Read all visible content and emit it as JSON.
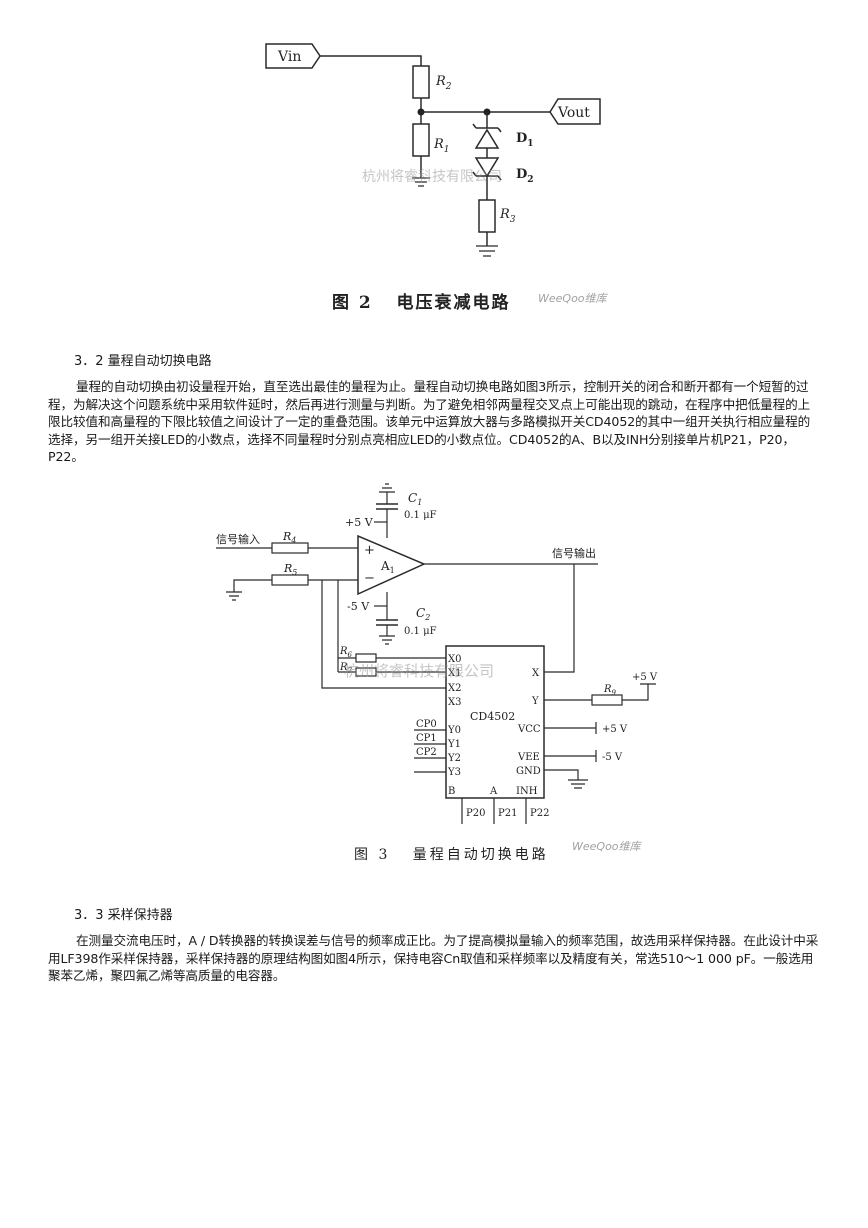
{
  "figure2": {
    "labels": {
      "vin": "Vin",
      "vout": "Vout",
      "r2": "R",
      "r2_sub": "2",
      "r1": "R",
      "r1_sub": "1",
      "r3": "R",
      "r3_sub": "3",
      "d1": "D",
      "d1_sub": "1",
      "d2": "D",
      "d2_sub": "2"
    },
    "caption": "图 2   电压衰减电路",
    "watermark_company": "杭州将睿科技有限公司",
    "watermark_brand": "WeeQoo维库"
  },
  "section_3_2": {
    "title": "3．2 量程自动切换电路",
    "paragraph": "量程的自动切换由初设量程开始，直至选出最佳的量程为止。量程自动切换电路如图3所示，控制开关的闭合和断开都有一个短暂的过程，为解决这个问题系统中采用软件延时，然后再进行测量与判断。为了避免相邻两量程交叉点上可能出现的跳动，在程序中把低量程的上限比较值和高量程的下限比较值之间设计了一定的重叠范围。该单元中运算放大器与多路模拟开关CD4052的其中一组开关执行相应量程的选择，另一组开关接LED的小数点，选择不同量程时分别点亮相应LED的小数点位。CD4052的A、B以及INH分别接单片机P21，P20，P22。"
  },
  "figure3": {
    "labels": {
      "signal_in": "信号输入",
      "signal_out": "信号输出",
      "r4": "R",
      "r4_sub": "4",
      "r5": "R",
      "r5_sub": "5",
      "r6": "R",
      "r6_sub": "6",
      "r7": "R",
      "r7_sub": "7",
      "r9": "R",
      "r9_sub": "9",
      "c1": "C",
      "c1_sub": "1",
      "c2": "C",
      "c2_sub": "2",
      "c1_val": "0.1 μF",
      "c2_val": "0.1 μF",
      "plus5v_top": "+5 V",
      "minus5v_bottom": "-5 V",
      "opamp": "A",
      "opamp_sub": "1",
      "plus_sign": "+",
      "minus_sign": "−",
      "chip": "CD4502",
      "x0": "X0",
      "x1": "X1",
      "x2": "X2",
      "x3": "X3",
      "y0": "Y0",
      "y1": "Y1",
      "y2": "Y2",
      "y3": "Y3",
      "x": "X",
      "y": "Y",
      "vcc": "VCC",
      "vee": "VEE",
      "gnd": "GND",
      "b": "B",
      "a": "A",
      "inh": "INH",
      "cp0": "CP0",
      "cp1": "CP1",
      "cp2": "CP2",
      "p20": "P20",
      "p21": "P21",
      "p22": "P22",
      "plus5v_right": "+5 V",
      "plus5v_vcc": "+5 V",
      "minus5v_vee": "-5 V"
    },
    "caption": "图 3   量程自动切换电路",
    "watermark_company": "杭州将睿科技有限公司",
    "watermark_brand": "WeeQoo维库"
  },
  "section_3_3": {
    "title": "3．3 采样保持器",
    "paragraph": "在测量交流电压时，A / D转换器的转换误差与信号的频率成正比。为了提高模拟量输入的频率范围，故选用采样保持器。在此设计中采用LF398作采样保持器，采样保持器的原理结构图如图4所示，保持电容Cn取值和采样频率以及精度有关，常选510～1 000 pF。一般选用聚苯乙烯，聚四氟乙烯等高质量的电容器。"
  }
}
